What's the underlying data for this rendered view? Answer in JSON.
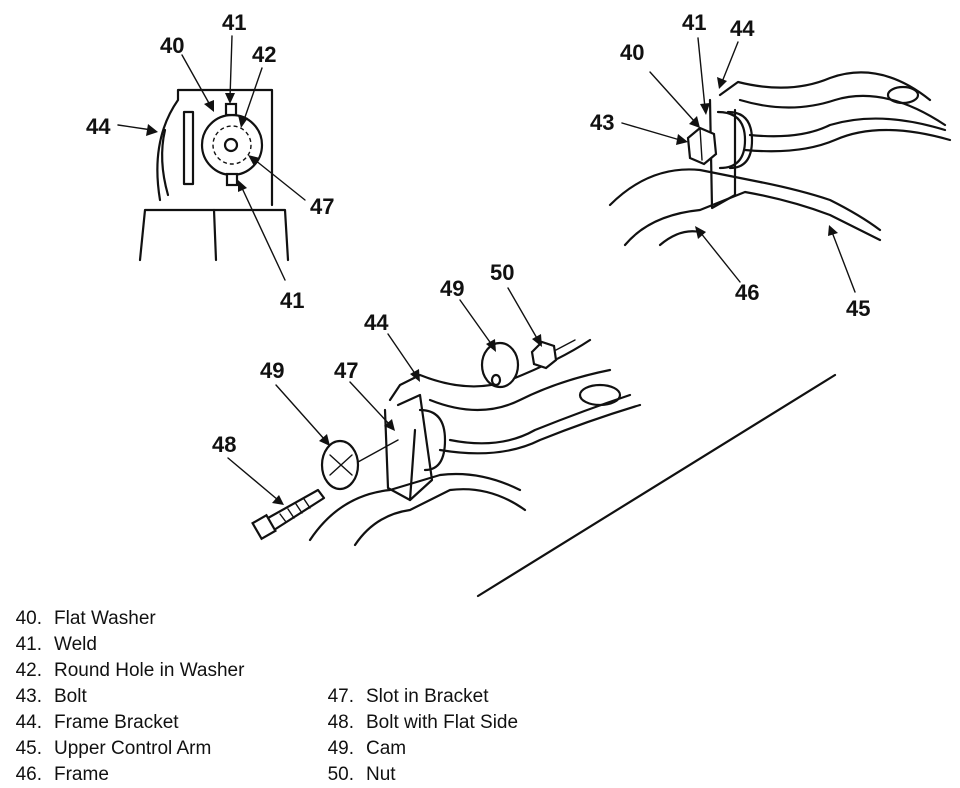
{
  "callouts": {
    "c40": "40",
    "c41": "41",
    "c42": "42",
    "c43": "43",
    "c44": "44",
    "c45": "45",
    "c46": "46",
    "c47": "47",
    "c48": "48",
    "c49": "49",
    "c50": "50"
  },
  "legend_left": [
    {
      "num": "40.",
      "label": "Flat Washer"
    },
    {
      "num": "41.",
      "label": "Weld"
    },
    {
      "num": "42.",
      "label": "Round Hole in Washer"
    },
    {
      "num": "43.",
      "label": "Bolt"
    },
    {
      "num": "44.",
      "label": "Frame Bracket"
    },
    {
      "num": "45.",
      "label": "Upper Control Arm"
    },
    {
      "num": "46.",
      "label": "Frame"
    }
  ],
  "legend_right": [
    {
      "num": "47.",
      "label": "Slot in Bracket"
    },
    {
      "num": "48.",
      "label": "Bolt with Flat Side"
    },
    {
      "num": "49.",
      "label": "Cam"
    },
    {
      "num": "50.",
      "label": "Nut"
    }
  ]
}
